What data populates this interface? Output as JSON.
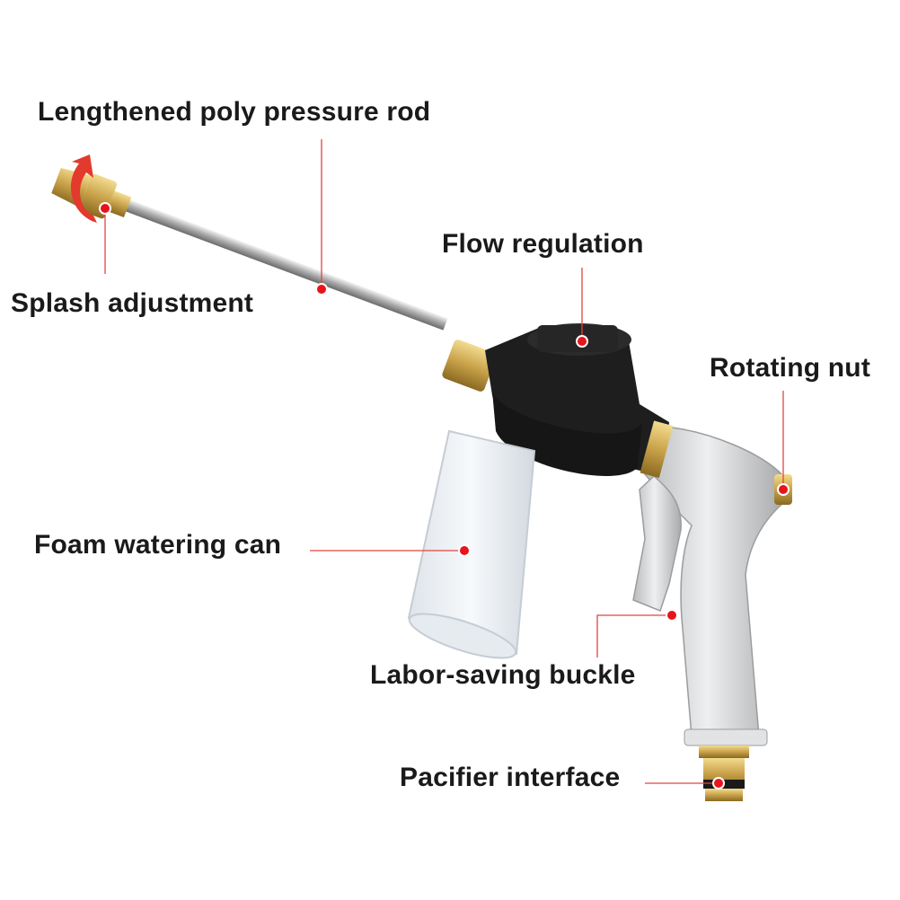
{
  "labels": {
    "rod": "Lengthened poly pressure rod",
    "splash": "Splash adjustment",
    "flow": "Flow regulation",
    "nut": "Rotating nut",
    "foam": "Foam watering can",
    "buckle": "Labor-saving buckle",
    "pacifier": "Pacifier interface"
  },
  "colors": {
    "callout": "#e0463f",
    "dot": "#e8141b",
    "brass": "#c9a24a",
    "silver": "#d4d6d8",
    "black": "#1c1c1c"
  }
}
